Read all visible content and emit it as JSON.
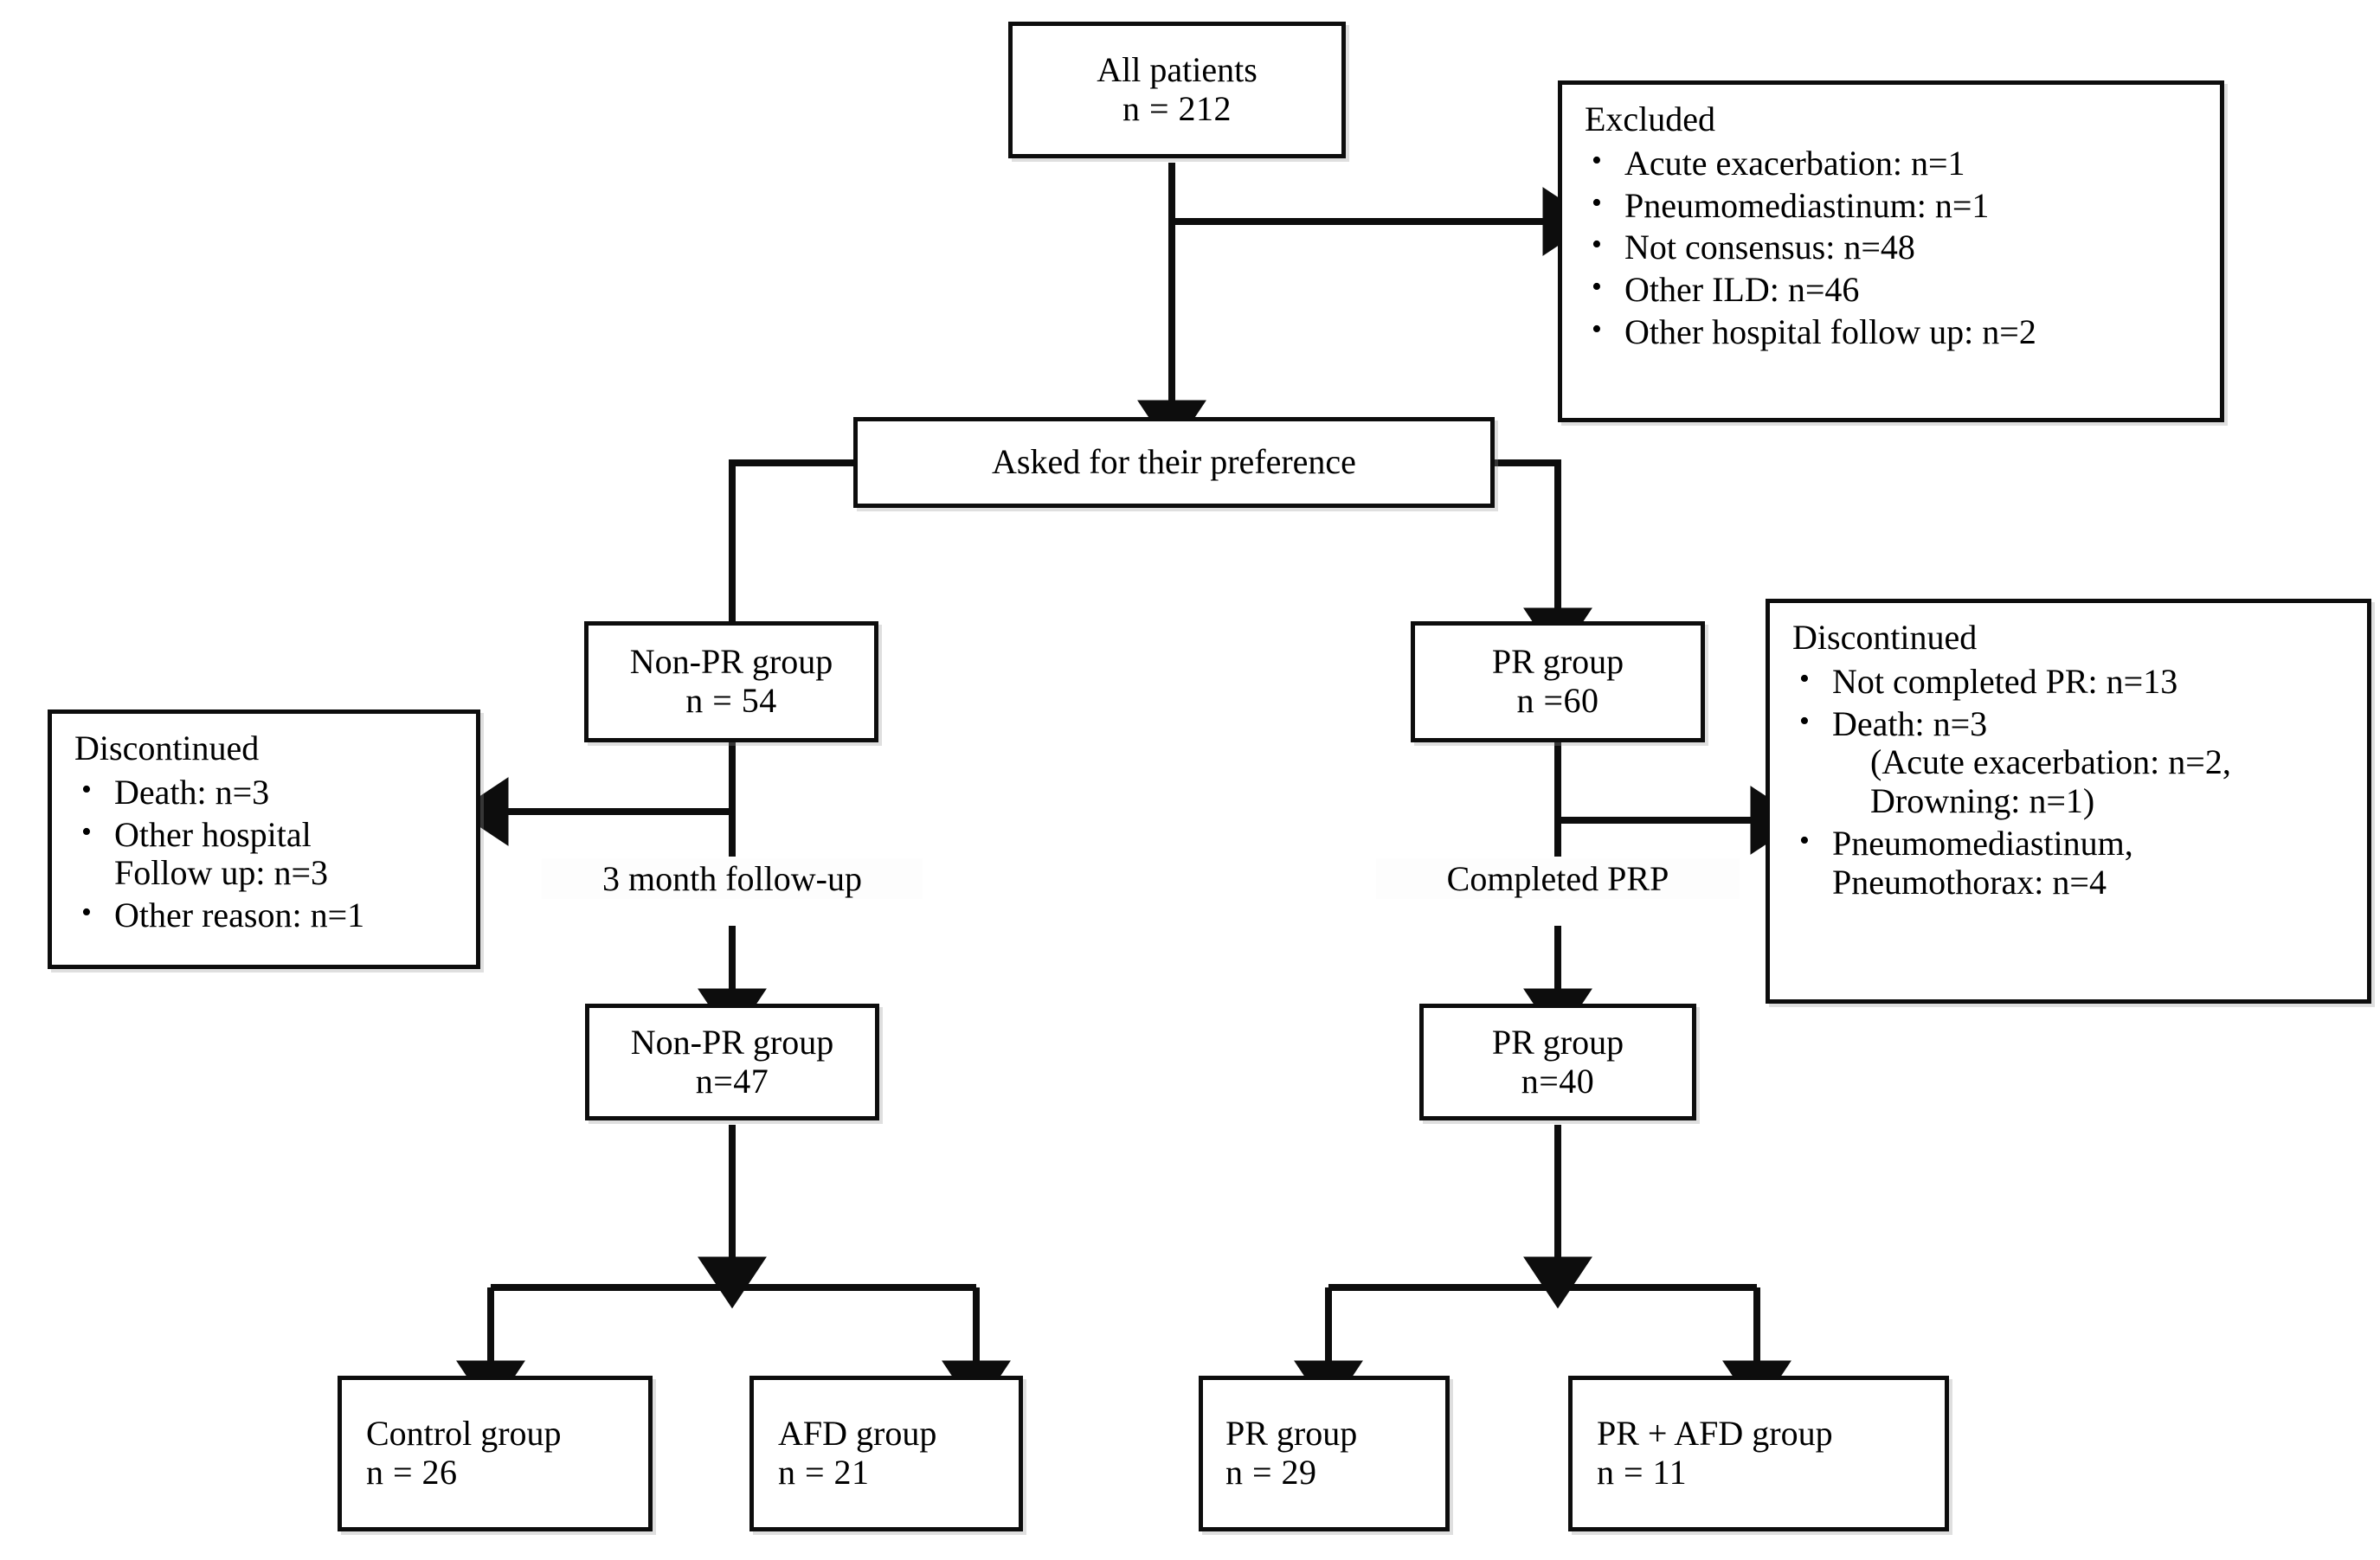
{
  "figure": {
    "type": "flow-diagram",
    "subject": "Patient enrollment and allocation flow"
  },
  "nodes": {
    "all_patients": {
      "title": "All patients",
      "count": "n = 212"
    },
    "excluded": {
      "header": "Excluded",
      "items": [
        "Acute exacerbation:  n=1",
        "Pneumomediastinum:  n=1",
        "Not consensus: n=48",
        "Other ILD:  n=46",
        "Other hospital follow up: n=2"
      ]
    },
    "asked": {
      "title": "Asked for their preference"
    },
    "non_pr_group": {
      "title": "Non-PR group",
      "count": "n = 54"
    },
    "pr_group": {
      "title": "PR group",
      "count": "n =60"
    },
    "discontinued_left": {
      "header": "Discontinued",
      "items": [
        {
          "text": "Death:  n=3"
        },
        {
          "text": "Other hospital",
          "sub": "Follow up: n=3"
        },
        {
          "text": "Other reason: n=1"
        }
      ]
    },
    "discontinued_right": {
      "header": "Discontinued",
      "items": [
        {
          "text": "Not completed PR: n=13"
        },
        {
          "text": "Death:  n=3",
          "sub": "(Acute exacerbation:  n=2,",
          "sub2": "Drowning:  n=1)"
        },
        {
          "text": "Pneumomediastinum,",
          "sub2b": "Pneumothorax: n=4"
        }
      ]
    },
    "non_pr_group_fu": {
      "title": "Non-PR group",
      "count": "n=47"
    },
    "pr_group_fu": {
      "title": "PR group",
      "count": "n=40"
    },
    "control_group": {
      "title": "Control group",
      "count": "n = 26"
    },
    "afd_group": {
      "title": "AFD group",
      "count": "n = 21"
    },
    "pr_group_final": {
      "title": "PR group",
      "count": "n = 29"
    },
    "pr_afd_group": {
      "title": "PR + AFD group",
      "count": "n = 11"
    }
  },
  "edge_labels": {
    "three_month": "3 month follow-up",
    "completed_prp": "Completed PRP"
  },
  "colors": {
    "line": "#0d0d0d",
    "box_border": "#0d0d0d",
    "background": "#ffffff",
    "text": "#000000"
  }
}
